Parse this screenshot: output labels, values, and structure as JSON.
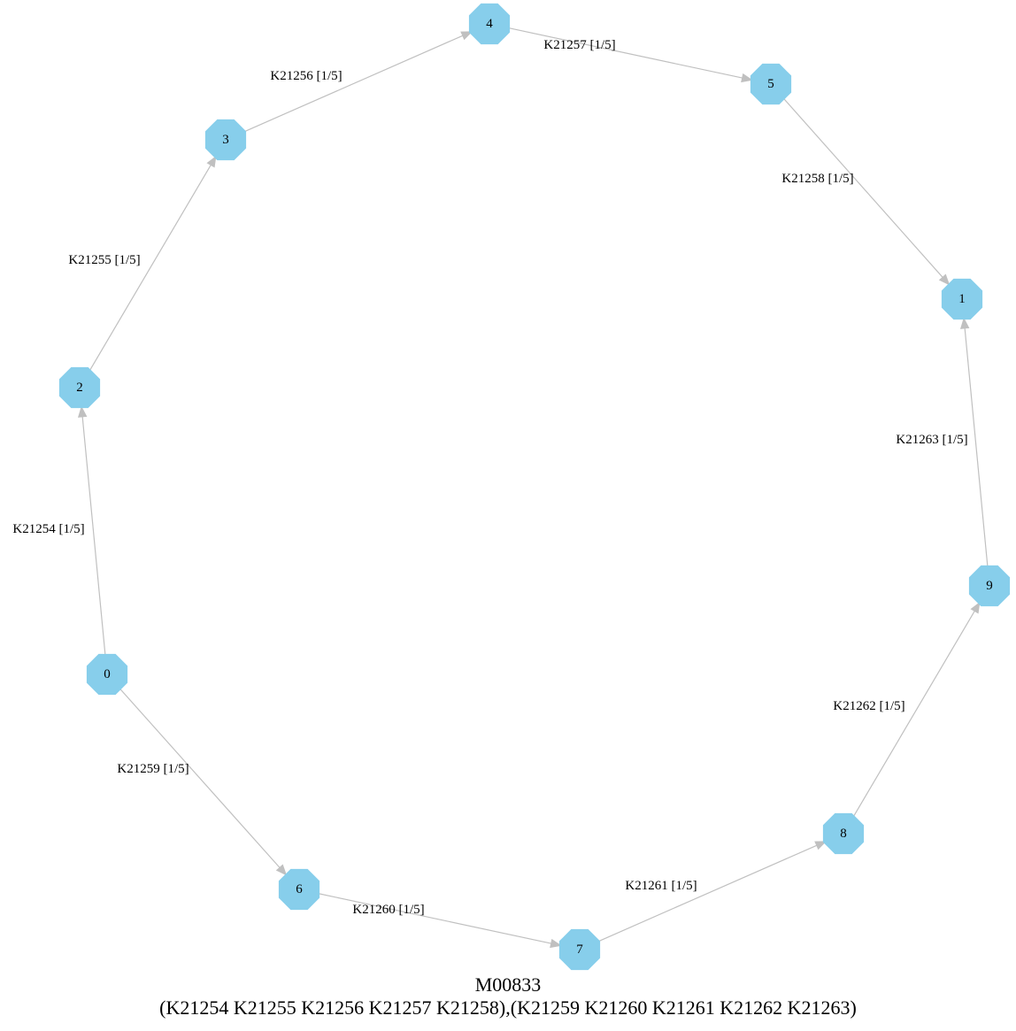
{
  "graph": {
    "node_color": "#87ceeb",
    "edge_color": "#c0c0c0",
    "nodes": [
      {
        "id": "0",
        "label": "0"
      },
      {
        "id": "1",
        "label": "1"
      },
      {
        "id": "2",
        "label": "2"
      },
      {
        "id": "3",
        "label": "3"
      },
      {
        "id": "4",
        "label": "4"
      },
      {
        "id": "5",
        "label": "5"
      },
      {
        "id": "6",
        "label": "6"
      },
      {
        "id": "7",
        "label": "7"
      },
      {
        "id": "8",
        "label": "8"
      },
      {
        "id": "9",
        "label": "9"
      }
    ],
    "edges": [
      {
        "from": "0",
        "to": "2",
        "label": "K21254 [1/5]"
      },
      {
        "from": "2",
        "to": "3",
        "label": "K21255 [1/5]"
      },
      {
        "from": "3",
        "to": "4",
        "label": "K21256 [1/5]"
      },
      {
        "from": "4",
        "to": "5",
        "label": "K21257 [1/5]"
      },
      {
        "from": "5",
        "to": "1",
        "label": "K21258 [1/5]"
      },
      {
        "from": "0",
        "to": "6",
        "label": "K21259 [1/5]"
      },
      {
        "from": "6",
        "to": "7",
        "label": "K21260 [1/5]"
      },
      {
        "from": "7",
        "to": "8",
        "label": "K21261 [1/5]"
      },
      {
        "from": "8",
        "to": "9",
        "label": "K21262 [1/5]"
      },
      {
        "from": "9",
        "to": "1",
        "label": "K21263 [1/5]"
      }
    ]
  },
  "caption": {
    "title": "M00833",
    "definition": "(K21254 K21255 K21256 K21257 K21258),(K21259 K21260 K21261 K21262 K21263)"
  }
}
